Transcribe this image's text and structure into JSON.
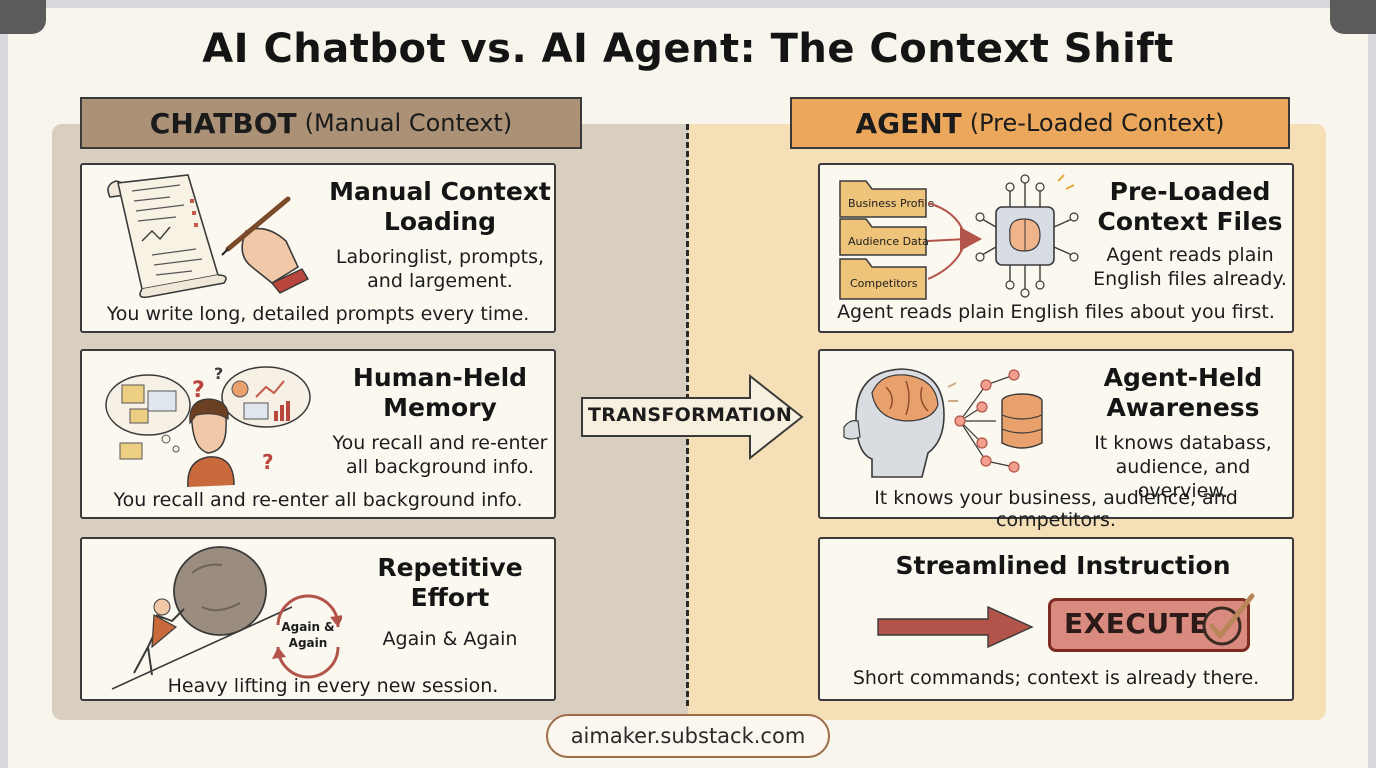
{
  "title": "AI Chatbot vs. AI Agent: The Context Shift",
  "chatbot": {
    "header_main": "CHATBOT",
    "header_sub": "(Manual Context)",
    "cards": [
      {
        "title_line1": "Manual Context",
        "title_line2": "Loading",
        "body_line1": "Laboringlist, prompts,",
        "body_line2": "and largement.",
        "caption": "You write long, detailed prompts every time."
      },
      {
        "title_line1": "Human-Held",
        "title_line2": "Memory",
        "body_line1": "You recall and re-enter",
        "body_line2": "all background info.",
        "caption": "You recall and re-enter all background info."
      },
      {
        "title_line1": "Repetitive",
        "title_line2": "Effort",
        "body_line1": "Again & Again",
        "caption": "Heavy lifting in every new session.",
        "cycle_label_line1": "Again &",
        "cycle_label_line2": "Again"
      }
    ]
  },
  "agent": {
    "header_main": "AGENT",
    "header_sub": "(Pre-Loaded Context)",
    "cards": [
      {
        "title_line1": "Pre-Loaded",
        "title_line2": "Context Files",
        "body_line1": "Agent reads plain",
        "body_line2": "English files already.",
        "caption": "Agent reads plain English files about you first.",
        "folders": [
          "Business Profile",
          "Audience Data",
          "Competitors"
        ]
      },
      {
        "title_line1": "Agent-Held",
        "title_line2": "Awareness",
        "body_line1": "It knows databass,",
        "body_line2": "audience, and overview.",
        "caption": "It knows your business, audience, and competitors."
      },
      {
        "title_line1": "Streamlined Instruction",
        "button_label": "EXECUTE",
        "caption": "Short commands; context is already there."
      }
    ]
  },
  "transformation_label": "TRANSFORMATION",
  "footer_url": "aimaker.substack.com",
  "colors": {
    "chatbot_header": "#ab9277",
    "chatbot_panel": "#d9cfc1",
    "agent_header": "#eba85d",
    "agent_panel": "#f5dfb6",
    "arrow_red": "#b3544a",
    "execute_fill": "#d98b80"
  }
}
